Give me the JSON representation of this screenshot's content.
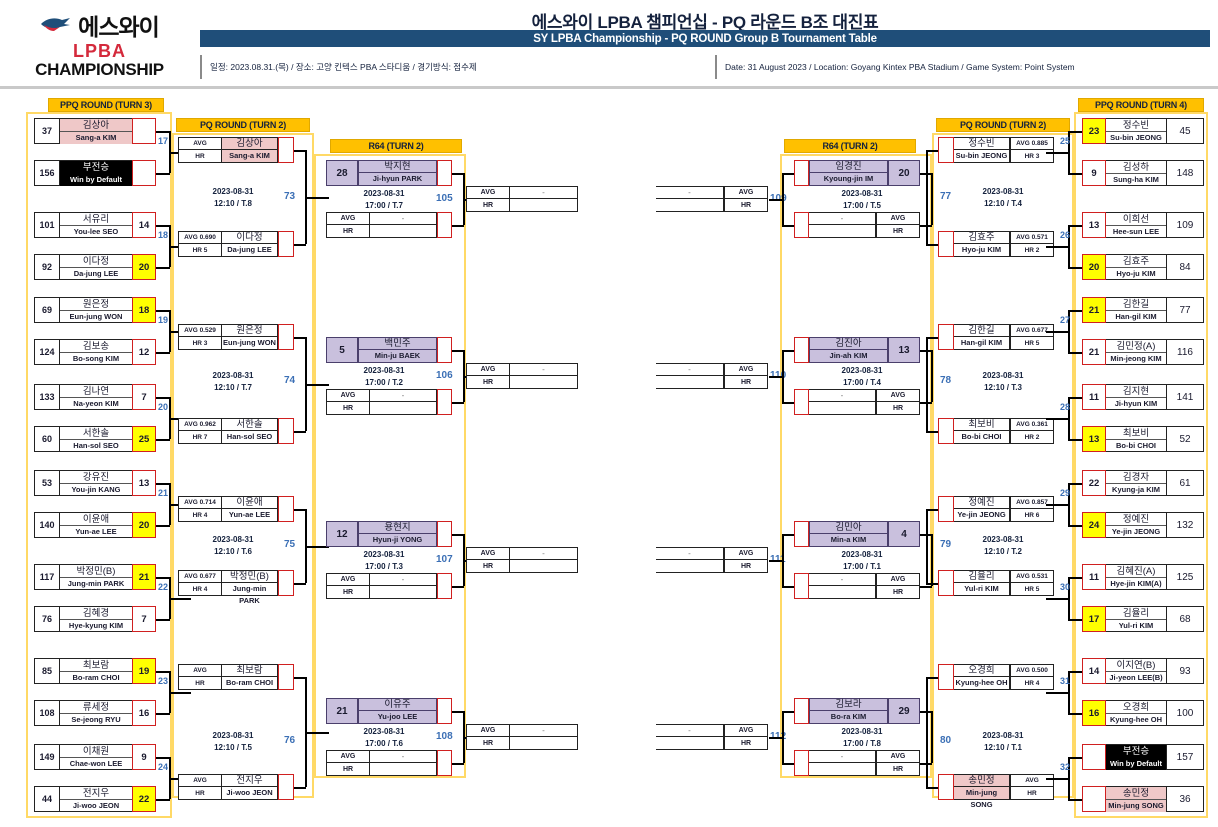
{
  "header": {
    "logo": {
      "sy": "에스와이",
      "lpba": "LPBA",
      "championship": "CHAMPIONSHIP",
      "mark": "swallow-bird-icon"
    },
    "title_ko": "에스와이 LPBA 챔피언십 - PQ 라운드 B조 대진표",
    "title_en": "SY LPBA Championship - PQ ROUND Group B Tournament Table",
    "meta_ko": "일정: 2023.08.31.(목) / 장소: 고양 킨텍스 PBA 스타디움 / 경기방식: 점수제",
    "meta_en": "Date: 31 August 2023 / Location: Goyang Kintex PBA Stadium / Game System: Point System",
    "accent_blue": "#1f4e79",
    "accent_yellow": "#FFC000",
    "accent_red": "#d42a3c"
  },
  "round_headers": {
    "ppq3": "PPQ ROUND (TURN 3)",
    "pq2_left": "PQ ROUND (TURN 2)",
    "r64_left": "R64 (TURN 2)",
    "r64_right": "R64 (TURN 2)",
    "pq2_right": "PQ ROUND (TURN 2)",
    "ppq4": "PPQ ROUND (TURN 4)"
  },
  "ppq3": {
    "players": [
      {
        "seed": "37",
        "ko": "김상아",
        "en": "Sang-a KIM",
        "score": "",
        "style": "pink"
      },
      {
        "seed": "156",
        "ko": "부전승",
        "en": "Win by Default",
        "score": "",
        "style": "dark"
      },
      {
        "seed": "101",
        "ko": "서유리",
        "en": "You-lee SEO",
        "score": "14",
        "style": "plain"
      },
      {
        "seed": "92",
        "ko": "이다정",
        "en": "Da-jung LEE",
        "score": "20",
        "style": "win"
      },
      {
        "seed": "69",
        "ko": "원은정",
        "en": "Eun-jung WON",
        "score": "18",
        "style": "win"
      },
      {
        "seed": "124",
        "ko": "김보송",
        "en": "Bo-song KIM",
        "score": "12",
        "style": "plain"
      },
      {
        "seed": "133",
        "ko": "김나연",
        "en": "Na-yeon KIM",
        "score": "7",
        "style": "plain"
      },
      {
        "seed": "60",
        "ko": "서한솔",
        "en": "Han-sol SEO",
        "score": "25",
        "style": "win"
      },
      {
        "seed": "53",
        "ko": "강유진",
        "en": "You-jin KANG",
        "score": "13",
        "style": "plain"
      },
      {
        "seed": "140",
        "ko": "이윤애",
        "en": "Yun-ae LEE",
        "score": "20",
        "style": "win"
      },
      {
        "seed": "117",
        "ko": "박정민(B)",
        "en": "Jung-min PARK",
        "score": "21",
        "style": "win"
      },
      {
        "seed": "76",
        "ko": "김혜경",
        "en": "Hye-kyung KIM",
        "score": "7",
        "style": "plain"
      },
      {
        "seed": "85",
        "ko": "최보람",
        "en": "Bo-ram CHOI",
        "score": "19",
        "style": "win"
      },
      {
        "seed": "108",
        "ko": "류세정",
        "en": "Se-jeong RYU",
        "score": "16",
        "style": "plain"
      },
      {
        "seed": "149",
        "ko": "이채원",
        "en": "Chae-won LEE",
        "score": "9",
        "style": "plain"
      },
      {
        "seed": "44",
        "ko": "전지우",
        "en": "Ji-woo JEON",
        "score": "22",
        "style": "win"
      }
    ],
    "connector_numbers": [
      "17",
      "18",
      "19",
      "20",
      "21",
      "22",
      "23",
      "24"
    ]
  },
  "pq2_left": {
    "slots": [
      {
        "avg": "AVG",
        "hr": "HR",
        "ko": "김상아",
        "en": "Sang-a KIM",
        "style": "pink"
      },
      {
        "avg": "AVG 0.690",
        "hr": "HR 5",
        "ko": "이다정",
        "en": "Da-jung LEE",
        "style": "plain"
      },
      {
        "avg": "AVG 0.529",
        "hr": "HR 3",
        "ko": "원은정",
        "en": "Eun-jung WON",
        "style": "plain"
      },
      {
        "avg": "AVG 0.962",
        "hr": "HR 7",
        "ko": "서한솔",
        "en": "Han-sol SEO",
        "style": "plain"
      },
      {
        "avg": "AVG 0.714",
        "hr": "HR 4",
        "ko": "이윤애",
        "en": "Yun-ae LEE",
        "style": "plain"
      },
      {
        "avg": "AVG 0.677",
        "hr": "HR 4",
        "ko": "박정민(B)",
        "en": "Jung-min PARK",
        "style": "plain"
      },
      {
        "avg": "AVG",
        "hr": "HR",
        "ko": "최보람",
        "en": "Bo-ram CHOI",
        "style": "plain"
      },
      {
        "avg": "AVG",
        "hr": "HR",
        "ko": "전지우",
        "en": "Ji-woo JEON",
        "style": "plain"
      }
    ],
    "matches": [
      {
        "num": "73",
        "date": "2023-08-31",
        "time": "12:10 / T.8"
      },
      {
        "num": "74",
        "date": "2023-08-31",
        "time": "12:10 / T.7"
      },
      {
        "num": "75",
        "date": "2023-08-31",
        "time": "12:10 / T.6"
      },
      {
        "num": "76",
        "date": "2023-08-31",
        "time": "12:10 / T.5"
      }
    ]
  },
  "r64_left": {
    "matches": [
      {
        "num": "105",
        "seed": "28",
        "ko": "박지현",
        "en": "Ji-hyun PARK",
        "date": "2023-08-31",
        "time": "17:00 / T.7",
        "avg": "AVG",
        "hr": "HR",
        "opp_val": "-"
      },
      {
        "num": "106",
        "seed": "5",
        "ko": "백민주",
        "en": "Min-ju BAEK",
        "date": "2023-08-31",
        "time": "17:00 / T.2",
        "avg": "AVG",
        "hr": "HR",
        "opp_val": "-"
      },
      {
        "num": "107",
        "seed": "12",
        "ko": "용현지",
        "en": "Hyun-ji YONG",
        "date": "2023-08-31",
        "time": "17:00 / T.3",
        "avg": "AVG",
        "hr": "HR",
        "opp_val": "-"
      },
      {
        "num": "108",
        "seed": "21",
        "ko": "이유주",
        "en": "Yu-joo LEE",
        "date": "2023-08-31",
        "time": "17:00 / T.6",
        "avg": "AVG",
        "hr": "HR",
        "opp_val": "-"
      }
    ],
    "outputs": [
      {
        "avg": "AVG",
        "hr": "HR",
        "val": "-"
      },
      {
        "avg": "AVG",
        "hr": "HR",
        "val": "-"
      },
      {
        "avg": "AVG",
        "hr": "HR",
        "val": "-"
      },
      {
        "avg": "AVG",
        "hr": "HR",
        "val": "-"
      }
    ]
  },
  "center_right": {
    "outputs": [
      {
        "avg": "AVG",
        "hr": "HR",
        "val": "-"
      },
      {
        "avg": "AVG",
        "hr": "HR",
        "val": "-"
      },
      {
        "avg": "AVG",
        "hr": "HR",
        "val": "-"
      },
      {
        "avg": "AVG",
        "hr": "HR",
        "val": "-"
      }
    ]
  },
  "r64_right": {
    "matches": [
      {
        "num": "109",
        "seed": "20",
        "ko": "임경진",
        "en": "Kyoung-jin IM",
        "date": "2023-08-31",
        "time": "17:00 / T.5",
        "avg": "AVG",
        "hr": "HR",
        "opp_val": "-"
      },
      {
        "num": "110",
        "seed": "13",
        "ko": "김진아",
        "en": "Jin-ah KIM",
        "date": "2023-08-31",
        "time": "17:00 / T.4",
        "avg": "AVG",
        "hr": "HR",
        "opp_val": "-"
      },
      {
        "num": "111",
        "seed": "4",
        "ko": "김민아",
        "en": "Min-a KIM",
        "date": "2023-08-31",
        "time": "17:00 / T.1",
        "avg": "AVG",
        "hr": "HR",
        "opp_val": "-"
      },
      {
        "num": "112",
        "seed": "29",
        "ko": "김보라",
        "en": "Bo-ra KIM",
        "date": "2023-08-31",
        "time": "17:00 / T.8",
        "avg": "AVG",
        "hr": "HR",
        "opp_val": "-"
      }
    ]
  },
  "pq2_right": {
    "slots": [
      {
        "avg": "AVG 0.885",
        "hr": "HR 3",
        "ko": "정수빈",
        "en": "Su-bin JEONG",
        "style": "plain"
      },
      {
        "avg": "AVG 0.571",
        "hr": "HR 2",
        "ko": "김효주",
        "en": "Hyo-ju KIM",
        "style": "plain"
      },
      {
        "avg": "AVG 0.677",
        "hr": "HR 5",
        "ko": "김한길",
        "en": "Han-gil KIM",
        "style": "plain"
      },
      {
        "avg": "AVG 0.361",
        "hr": "HR 2",
        "ko": "최보비",
        "en": "Bo-bi CHOI",
        "style": "plain"
      },
      {
        "avg": "AVG 0.857",
        "hr": "HR 6",
        "ko": "정예진",
        "en": "Ye-jin JEONG",
        "style": "plain"
      },
      {
        "avg": "AVG 0.531",
        "hr": "HR 5",
        "ko": "김율리",
        "en": "Yul-ri KIM",
        "style": "plain"
      },
      {
        "avg": "AVG 0.500",
        "hr": "HR 4",
        "ko": "오경희",
        "en": "Kyung-hee OH",
        "style": "plain"
      },
      {
        "avg": "AVG",
        "hr": "HR",
        "ko": "송민정",
        "en": "Min-jung SONG",
        "style": "pink"
      }
    ],
    "matches": [
      {
        "num": "77",
        "date": "2023-08-31",
        "time": "12:10 / T.4"
      },
      {
        "num": "78",
        "date": "2023-08-31",
        "time": "12:10 / T.3"
      },
      {
        "num": "79",
        "date": "2023-08-31",
        "time": "12:10 / T.2"
      },
      {
        "num": "80",
        "date": "2023-08-31",
        "time": "12:10 / T.1"
      }
    ]
  },
  "ppq4": {
    "players": [
      {
        "score": "23",
        "ko": "정수빈",
        "en": "Su-bin JEONG",
        "rank": "45",
        "style": "win"
      },
      {
        "score": "9",
        "ko": "김성하",
        "en": "Sung-ha KIM",
        "rank": "148",
        "style": "plain"
      },
      {
        "score": "13",
        "ko": "이희선",
        "en": "Hee-sun LEE",
        "rank": "109",
        "style": "plain"
      },
      {
        "score": "20",
        "ko": "김효주",
        "en": "Hyo-ju KIM",
        "rank": "84",
        "style": "win"
      },
      {
        "score": "21",
        "ko": "김한길",
        "en": "Han-gil KIM",
        "rank": "77",
        "style": "win"
      },
      {
        "score": "21",
        "ko": "김민정(A)",
        "en": "Min-jeong KIM",
        "rank": "116",
        "style": "plain"
      },
      {
        "score": "11",
        "ko": "김지현",
        "en": "Ji-hyun KIM",
        "rank": "141",
        "style": "plain"
      },
      {
        "score": "13",
        "ko": "최보비",
        "en": "Bo-bi CHOI",
        "rank": "52",
        "style": "win"
      },
      {
        "score": "22",
        "ko": "김경자",
        "en": "Kyung-ja KIM",
        "rank": "61",
        "style": "plain"
      },
      {
        "score": "24",
        "ko": "정예진",
        "en": "Ye-jin JEONG",
        "rank": "132",
        "style": "win"
      },
      {
        "score": "11",
        "ko": "김혜진(A)",
        "en": "Hye-jin KIM(A)",
        "rank": "125",
        "style": "plain"
      },
      {
        "score": "17",
        "ko": "김율리",
        "en": "Yul-ri KIM",
        "rank": "68",
        "style": "win"
      },
      {
        "score": "14",
        "ko": "이지연(B)",
        "en": "Ji-yeon LEE(B)",
        "rank": "93",
        "style": "plain"
      },
      {
        "score": "16",
        "ko": "오경희",
        "en": "Kyung-hee OH",
        "rank": "100",
        "style": "win"
      },
      {
        "score": "",
        "ko": "부전승",
        "en": "Win by Default",
        "rank": "157",
        "style": "dark"
      },
      {
        "score": "",
        "ko": "송민정",
        "en": "Min-jung SONG",
        "rank": "36",
        "style": "pink"
      }
    ],
    "connector_numbers": [
      "25",
      "26",
      "27",
      "28",
      "29",
      "30",
      "31",
      "32"
    ]
  }
}
